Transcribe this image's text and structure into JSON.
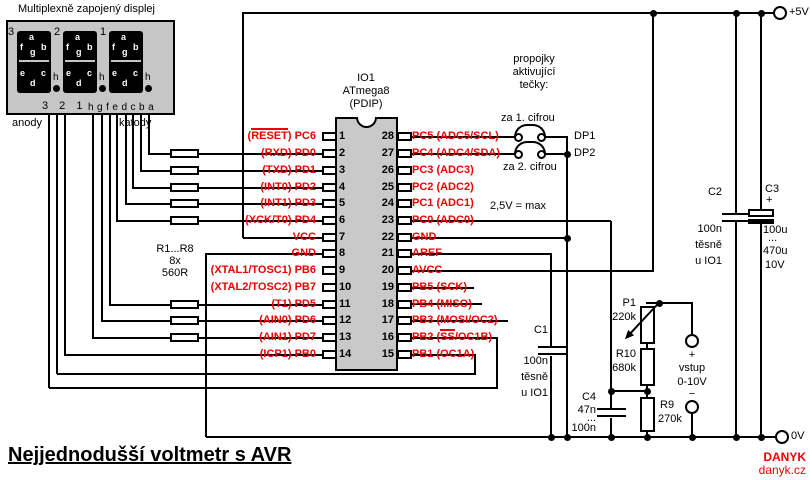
{
  "colors": {
    "red": "#f00000",
    "panel_gray": "#c6c6c6",
    "ic_gray": "#c9c9c9",
    "wire": "#000000"
  },
  "display": {
    "title": "Multiplexně zapojený displej",
    "digit_numbers": [
      "3",
      "2",
      "1"
    ],
    "segments": {
      "a": "a",
      "b": "b",
      "c": "c",
      "d": "d",
      "e": "e",
      "f": "f",
      "g": "g",
      "h": "h"
    },
    "anode_pins": "3 2 1",
    "cathode_pins": "hgfedcba",
    "anode_label": "anody",
    "cathode_label": "katody"
  },
  "ic": {
    "name_lines": [
      "IO1",
      "ATmega8",
      "(PDIP)"
    ],
    "left_pins": [
      {
        "n": "1",
        "pre": "(",
        "over": "RESET",
        "post": ") PC6"
      },
      {
        "n": "2",
        "label": "(RXD) PD0"
      },
      {
        "n": "3",
        "label": "(TXD) PD1"
      },
      {
        "n": "4",
        "label": "(INT0) PD2"
      },
      {
        "n": "5",
        "label": "(INT1) PD3"
      },
      {
        "n": "6",
        "label": "(XCK/T0) PD4"
      },
      {
        "n": "7",
        "label": "VCC"
      },
      {
        "n": "8",
        "label": "GND"
      },
      {
        "n": "9",
        "label": "(XTAL1/TOSC1) PB6"
      },
      {
        "n": "10",
        "label": "(XTAL2/TOSC2) PB7"
      },
      {
        "n": "11",
        "label": "(T1) PD5"
      },
      {
        "n": "12",
        "label": "(AIN0) PD6"
      },
      {
        "n": "13",
        "label": "(AIN1) PD7"
      },
      {
        "n": "14",
        "label": "(ICP1) PB0"
      }
    ],
    "right_pins": [
      {
        "n": "28",
        "label": "PC5 (ADC5/SCL)"
      },
      {
        "n": "27",
        "label": "PC4 (ADC4/SDA)"
      },
      {
        "n": "26",
        "label": "PC3 (ADC3)"
      },
      {
        "n": "25",
        "label": "PC2 (ADC2)"
      },
      {
        "n": "24",
        "label": "PC1 (ADC1)"
      },
      {
        "n": "23",
        "label": "PC0 (ADC0)"
      },
      {
        "n": "22",
        "label": "GND"
      },
      {
        "n": "21",
        "label": "AREF"
      },
      {
        "n": "20",
        "label": "AVCC"
      },
      {
        "n": "19",
        "label": "PB5 (SCK)"
      },
      {
        "n": "18",
        "label": "PB4 (MISO)"
      },
      {
        "n": "17",
        "label": "PB3 (MOSI/OC2)"
      },
      {
        "n": "16",
        "pre": "PB2 (",
        "over": "SS",
        "post": "/OC1B)"
      },
      {
        "n": "15",
        "label": "PB1 (OC1A)"
      }
    ]
  },
  "resistor_bank": {
    "line1": "R1...R8",
    "line2": "8x",
    "line3": "560R"
  },
  "jumpers": {
    "heading_lines": [
      "propojky",
      "aktivující",
      "tečky:"
    ],
    "first": "za 1. cifrou",
    "second": "za 2. cifrou",
    "dp1": "DP1",
    "dp2": "DP2"
  },
  "note_max": "2,5V = max",
  "capacitors": {
    "c1": {
      "name": "C1",
      "lines": [
        "100n",
        "těsně",
        "u IO1"
      ]
    },
    "c2": {
      "name": "C2",
      "lines": [
        "100n",
        "těsně",
        "u IO1"
      ]
    },
    "c3": {
      "name": "C3",
      "polarity": "+",
      "lines": [
        "100u",
        "...",
        "470u",
        "10V"
      ]
    },
    "c4": {
      "name": "C4",
      "lines": [
        "47n",
        "...",
        "100n"
      ]
    }
  },
  "trimmer": {
    "name": "P1",
    "value": "220k"
  },
  "resistors": {
    "r10": {
      "name": "R10",
      "value": "680k"
    },
    "r9": {
      "name": "R9",
      "value": "270k"
    }
  },
  "input": {
    "plus": "+",
    "minus": "−",
    "line1": "vstup",
    "line2": "0-10V"
  },
  "power": {
    "vcc": "+5V",
    "gnd": "0V"
  },
  "footer": {
    "title": "Nejjednodušší voltmetr s AVR",
    "credit1": "DANYK",
    "credit2": "danyk.cz"
  }
}
